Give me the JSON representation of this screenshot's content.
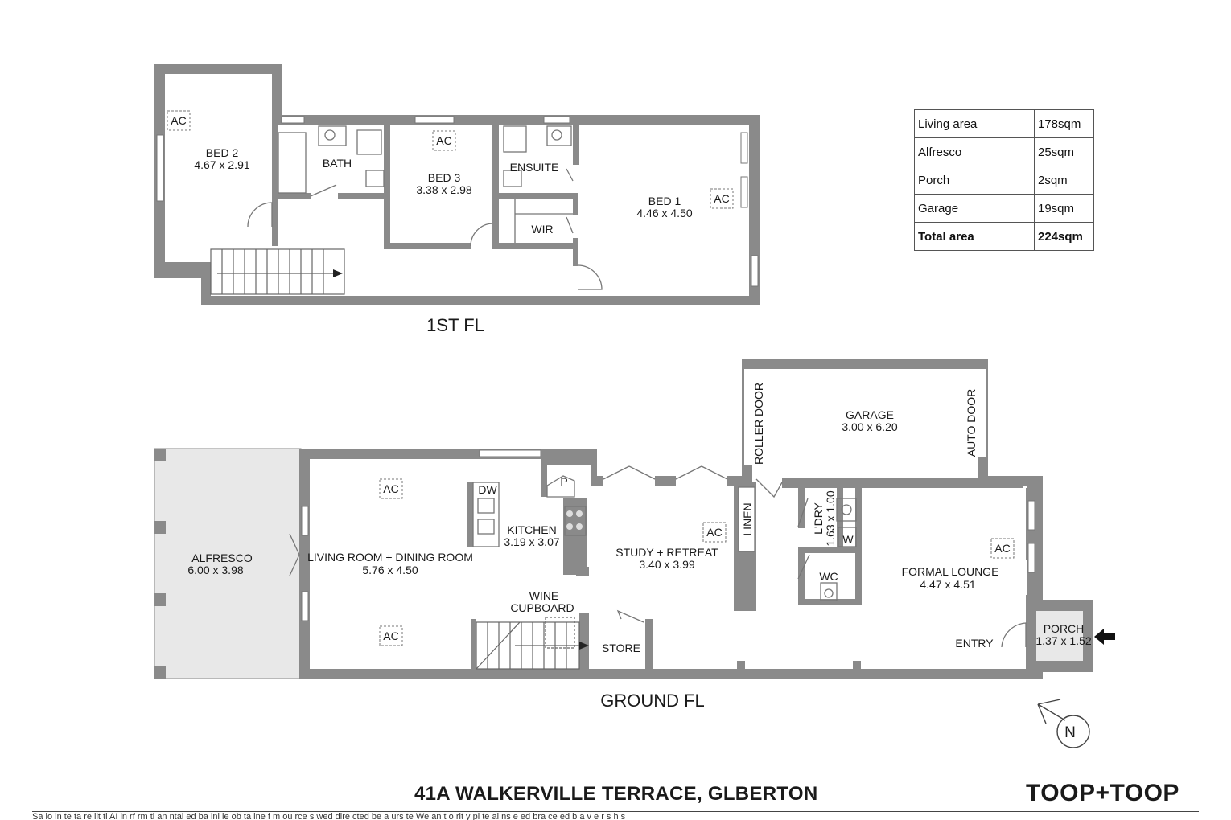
{
  "first_floor": {
    "label": "1ST FL",
    "rooms": {
      "bed2": {
        "name": "BED 2",
        "dims": "4.67 x 2.91"
      },
      "bath": {
        "name": "BATH"
      },
      "bed3": {
        "name": "BED 3",
        "dims": "3.38 x 2.98"
      },
      "ensuite": {
        "name": "ENSUITE"
      },
      "wir": {
        "name": "WIR"
      },
      "bed1": {
        "name": "BED 1",
        "dims": "4.46 x 4.50"
      }
    }
  },
  "ground_floor": {
    "label": "GROUND FL",
    "rooms": {
      "alfresco": {
        "name": "ALFRESCO",
        "dims": "6.00 x 3.98"
      },
      "living": {
        "name": "LIVING ROOM + DINING ROOM",
        "dims": "5.76 x 4.50"
      },
      "kitchen": {
        "name": "KITCHEN",
        "dims": "3.19 x 3.07"
      },
      "dw": {
        "name": "DW"
      },
      "pantry": {
        "name": "P"
      },
      "wine": {
        "name_line1": "WINE",
        "name_line2": "CUPBOARD"
      },
      "store": {
        "name": "STORE"
      },
      "study": {
        "name": "STUDY + RETREAT",
        "dims": "3.40 x 3.99"
      },
      "linen": {
        "name": "LINEN"
      },
      "garage": {
        "name": "GARAGE",
        "dims": "3.00 x 6.20"
      },
      "roller_door": {
        "name": "ROLLER DOOR"
      },
      "auto_door": {
        "name": "AUTO DOOR"
      },
      "laundry": {
        "name": "L'DRY",
        "dims": "1.63 x 1.00"
      },
      "w": {
        "name": "W"
      },
      "wc": {
        "name": "WC"
      },
      "formal_lounge": {
        "name": "FORMAL LOUNGE",
        "dims": "4.47 x 4.51"
      },
      "entry": {
        "name": "ENTRY"
      },
      "porch": {
        "name": "PORCH",
        "dims": "1.37 x 1.52"
      }
    }
  },
  "ac_label": "AC",
  "compass_label": "N",
  "area_table": [
    {
      "label": "Living area",
      "value": "178sqm"
    },
    {
      "label": "Alfresco",
      "value": "25sqm"
    },
    {
      "label": "Porch",
      "value": "2sqm"
    },
    {
      "label": "Garage",
      "value": "19sqm"
    },
    {
      "label": "Total area",
      "value": "224sqm"
    }
  ],
  "address": "41A WALKERVILLE TERRACE, GLBERTON",
  "brand": "TOOP+TOOP",
  "disclaimer": "Sa lo in te ta re lit ti  AI in rf rm ti an  ntai ed  ba ini ie ob ta ine  f  m ou rce  s  wed  dire cted  be  a  urs te  We  an t   o  rit y   pl te  al  ns e  ed   bra ce  ed      b a  v e r s  h s",
  "colors": {
    "wall": "#8a8a8a",
    "alfresco_fill": "#e8e8e8",
    "text": "#1a1a1a"
  },
  "icons": [
    "north-arrow-icon",
    "entry-arrow-icon",
    "stair-arrow-icon"
  ]
}
